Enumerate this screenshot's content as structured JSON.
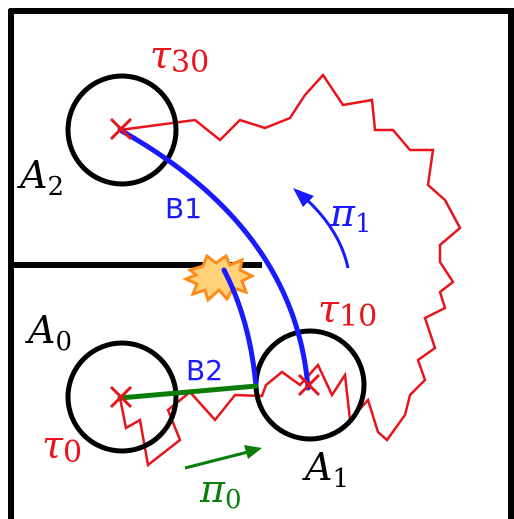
{
  "labels": {
    "tau30_sym": "τ",
    "tau30_sub": "30",
    "tau10_sym": "τ",
    "tau10_sub": "10",
    "tau0_sym": "τ",
    "tau0_sub": "0",
    "A2_sym": "A",
    "A2_sub": "2",
    "A0_sym": "A",
    "A0_sub": "0",
    "A1_sym": "A",
    "A1_sub": "1",
    "pi1_sym": "π",
    "pi1_sub": "1",
    "pi0_sym": "π",
    "pi0_sub": "0",
    "B1": "B1",
    "B2": "B2"
  },
  "colors": {
    "walls": "#000000",
    "trajectory": "#e8141c",
    "blue_path": "#1a1aff",
    "green_path": "#0a7d0a",
    "collision": "#ff8c1a",
    "label_black": "#000000",
    "label_red": "#e8141c",
    "label_blue": "#1a1aff",
    "label_green": "#0a7d0a"
  },
  "icons": {
    "collision": "collision-burst-icon",
    "crosses": "cross-marker-icon"
  }
}
